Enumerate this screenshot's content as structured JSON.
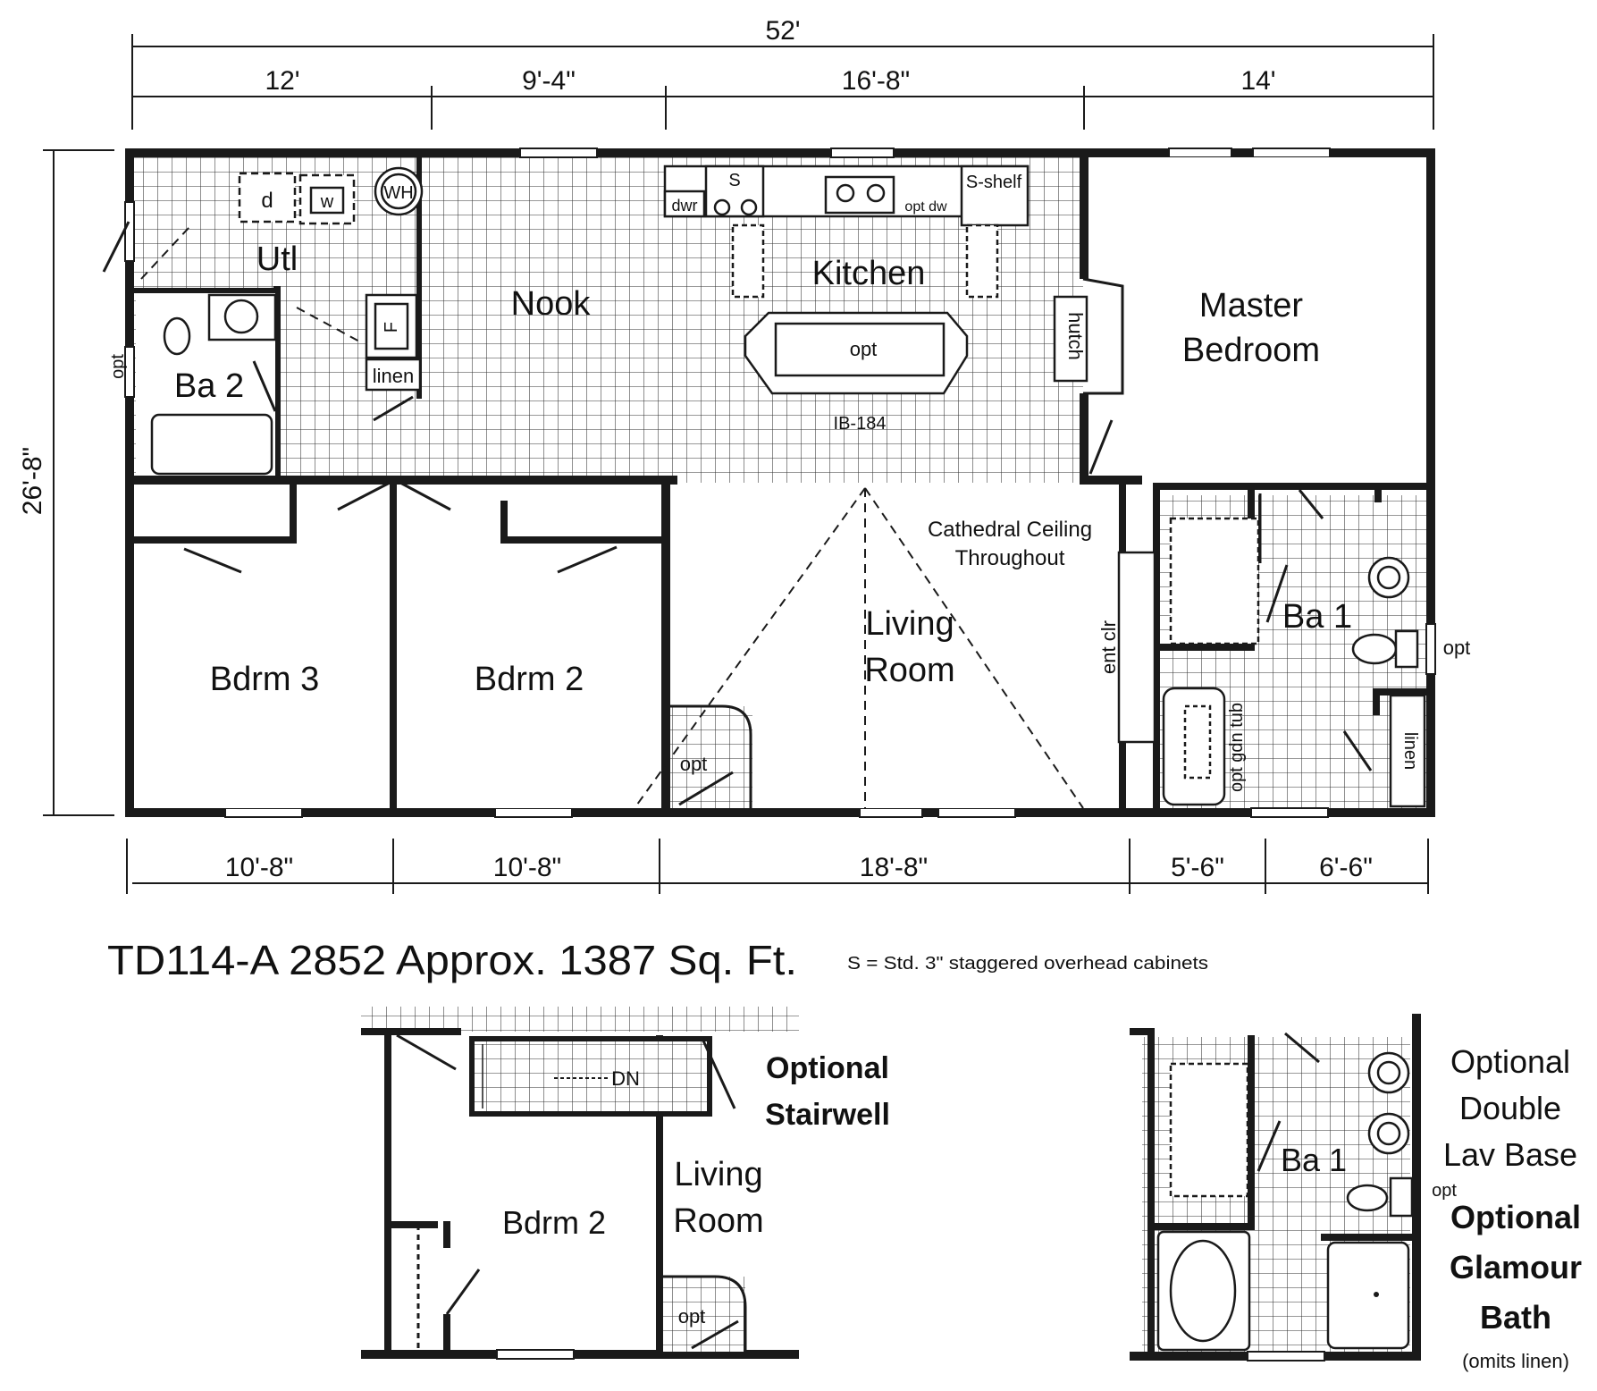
{
  "dimensions": {
    "overall_width": "52'",
    "top_segments": [
      "12'",
      "9'-4\"",
      "16'-8\"",
      "14'"
    ],
    "depth": "26'-8\"",
    "bottom_segments": [
      "10'-8\"",
      "10'-8\"",
      "18'-8\"",
      "5'-6\"",
      "6'-6\""
    ]
  },
  "rooms": {
    "utility": "Utl",
    "nook": "Nook",
    "kitchen": "Kitchen",
    "master_bedroom_line1": "Master",
    "master_bedroom_line2": "Bedroom",
    "bath2": "Ba 2",
    "bedroom3": "Bdrm 3",
    "bedroom2": "Bdrm 2",
    "living_room_line1": "Living",
    "living_room_line2": "Room",
    "bath1": "Ba 1"
  },
  "fixtures": {
    "dryer": "d",
    "washer": "w",
    "water_heater": "WH",
    "linen": "linen",
    "furnace": "F",
    "range": "S",
    "drawer": "dwr",
    "opt_dw": "opt dw",
    "s_shelf": "S-shelf",
    "island_opt": "opt",
    "island_code": "IB-184",
    "hutch": "hutch",
    "ent_clr": "ent clr",
    "opt_gdn_tub": "opt gdn tub",
    "opt": "opt"
  },
  "notes": {
    "cathedral_line1": "Cathedral Ceiling",
    "cathedral_line2": "Throughout"
  },
  "title": "TD114-A 2852  Approx. 1387 Sq. Ft.",
  "cabinet_note": "S = Std. 3\" staggered overhead cabinets",
  "stairwell_inset": {
    "dn": "DN",
    "label_line1": "Optional",
    "label_line2": "Stairwell",
    "bedroom": "Bdrm 2",
    "living_line1": "Living",
    "living_line2": "Room",
    "opt": "opt"
  },
  "bath_inset": {
    "bath": "Ba 1",
    "opt": "opt",
    "lav_line1": "Optional",
    "lav_line2": "Double",
    "lav_line3": "Lav Base",
    "glamour_line1": "Optional",
    "glamour_line2": "Glamour",
    "glamour_line3": "Bath",
    "glamour_note": "(omits linen)"
  }
}
